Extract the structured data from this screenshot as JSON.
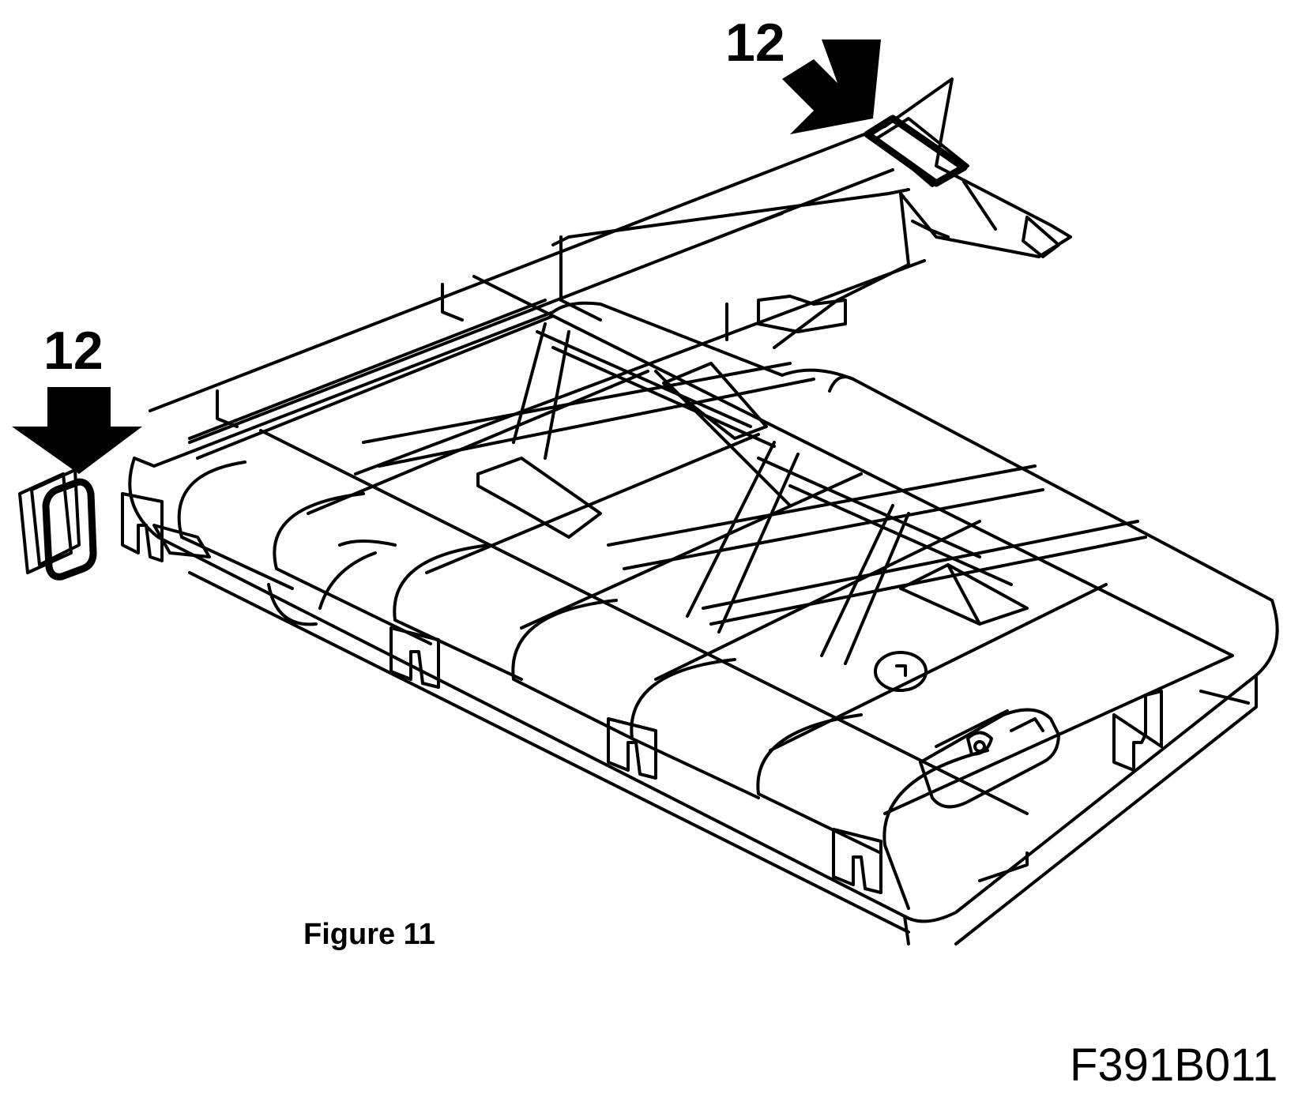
{
  "callouts": [
    {
      "label": "12"
    },
    {
      "label": "12"
    }
  ],
  "caption": "Figure 11",
  "figure_id": "F391B011"
}
